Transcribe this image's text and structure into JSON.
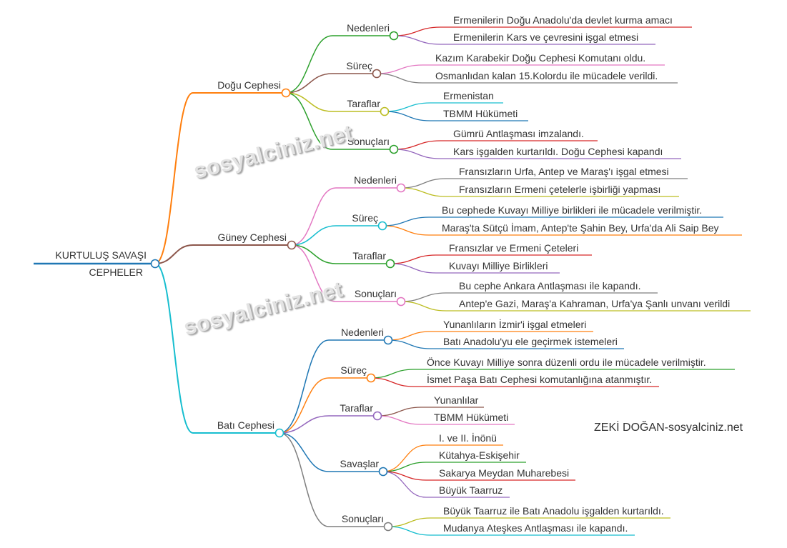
{
  "root": {
    "label_line1": "KURTULUŞ SAVAŞI",
    "label_line2": "CEPHELER",
    "color": "#1f77b4"
  },
  "watermarks": [
    "sosyalciniz.net",
    "sosyalciniz.net"
  ],
  "credit": "ZEKİ DOĞAN-sosyalciniz.net",
  "branches": [
    {
      "label": "Doğu Cephesi",
      "color": "#ff7f0e",
      "children": [
        {
          "label": "Nedenleri",
          "color": "#2ca02c",
          "leaves": [
            {
              "label": "Ermenilerin Doğu Anadolu'da devlet kurma amacı",
              "color": "#d62728"
            },
            {
              "label": "Ermenilerin Kars ve çevresini işgal etmesi",
              "color": "#9467bd"
            }
          ]
        },
        {
          "label": "Süreç",
          "color": "#8c564b",
          "leaves": [
            {
              "label": "Kazım Karabekir Doğu Cephesi Komutanı oldu.",
              "color": "#e377c2"
            },
            {
              "label": "Osmanlıdan kalan 15.Kolordu ile mücadele verildi.",
              "color": "#7f7f7f"
            }
          ]
        },
        {
          "label": "Taraflar",
          "color": "#bcbd22",
          "leaves": [
            {
              "label": "Ermenistan",
              "color": "#17becf"
            },
            {
              "label": "TBMM Hükümeti",
              "color": "#1f77b4"
            }
          ]
        },
        {
          "label": "Sonuçları",
          "color": "#2ca02c",
          "leaves": [
            {
              "label": "Gümrü Antlaşması imzalandı.",
              "color": "#d62728"
            },
            {
              "label": "Kars işgalden kurtarıldı. Doğu Cephesi kapandı",
              "color": "#9467bd"
            }
          ]
        }
      ]
    },
    {
      "label": "Güney Cephesi",
      "color": "#8c564b",
      "children": [
        {
          "label": "Nedenleri",
          "color": "#e377c2",
          "leaves": [
            {
              "label": "Fransızların Urfa, Antep ve Maraş'ı işgal etmesi",
              "color": "#7f7f7f"
            },
            {
              "label": "Fransızların Ermeni çetelerle işbirliği yapması",
              "color": "#bcbd22"
            }
          ]
        },
        {
          "label": "Süreç",
          "color": "#17becf",
          "leaves": [
            {
              "label": "Bu cephede Kuvayı Milliye birlikleri ile mücadele verilmiştir.",
              "color": "#1f77b4"
            },
            {
              "label": "Maraş'ta Sütçü İmam, Antep'te Şahin Bey, Urfa'da Ali Saip Bey",
              "color": "#ff7f0e"
            }
          ]
        },
        {
          "label": "Taraflar",
          "color": "#2ca02c",
          "leaves": [
            {
              "label": "Fransızlar ve Ermeni Çeteleri",
              "color": "#d62728"
            },
            {
              "label": "Kuvayı Milliye Birlikleri",
              "color": "#9467bd"
            }
          ]
        },
        {
          "label": "Sonuçları",
          "color": "#e377c2",
          "leaves": [
            {
              "label": "Bu cephe Ankara Antlaşması ile kapandı.",
              "color": "#7f7f7f"
            },
            {
              "label": "Antep'e Gazi, Maraş'a Kahraman, Urfa'ya Şanlı unvanı verildi",
              "color": "#bcbd22"
            }
          ]
        }
      ]
    },
    {
      "label": "Batı Cephesi",
      "color": "#17becf",
      "children": [
        {
          "label": "Nedenleri",
          "color": "#1f77b4",
          "leaves": [
            {
              "label": "Yunanlıların İzmir'i işgal etmeleri",
              "color": "#ff7f0e"
            },
            {
              "label": "Batı Anadolu'yu ele geçirmek istemeleri",
              "color": "#1f77b4"
            }
          ]
        },
        {
          "label": "Süreç",
          "color": "#ff7f0e",
          "leaves": [
            {
              "label": "Önce Kuvayı Milliye sonra düzenli ordu ile mücadele verilmiştir.",
              "color": "#2ca02c"
            },
            {
              "label": "İsmet Paşa Batı Cephesi komutanlığına atanmıştır.",
              "color": "#d62728"
            }
          ]
        },
        {
          "label": "Taraflar",
          "color": "#9467bd",
          "leaves": [
            {
              "label": "Yunanlılar",
              "color": "#8c564b"
            },
            {
              "label": "TBMM Hükümeti",
              "color": "#e377c2"
            }
          ]
        },
        {
          "label": "Savaşlar",
          "color": "#1f77b4",
          "leaves": [
            {
              "label": "I. ve II. İnönü",
              "color": "#ff7f0e"
            },
            {
              "label": "Kütahya-Eskişehir",
              "color": "#2ca02c"
            },
            {
              "label": "Sakarya Meydan Muharebesi",
              "color": "#d62728"
            },
            {
              "label": "Büyük Taarruz",
              "color": "#9467bd"
            }
          ]
        },
        {
          "label": "Sonuçları",
          "color": "#7f7f7f",
          "leaves": [
            {
              "label": "Büyük Taarruz ile Batı Anadolu işgalden kurtarıldı.",
              "color": "#bcbd22"
            },
            {
              "label": "Mudanya Ateşkes Antlaşması ile kapandı.",
              "color": "#17becf"
            }
          ]
        }
      ]
    }
  ]
}
